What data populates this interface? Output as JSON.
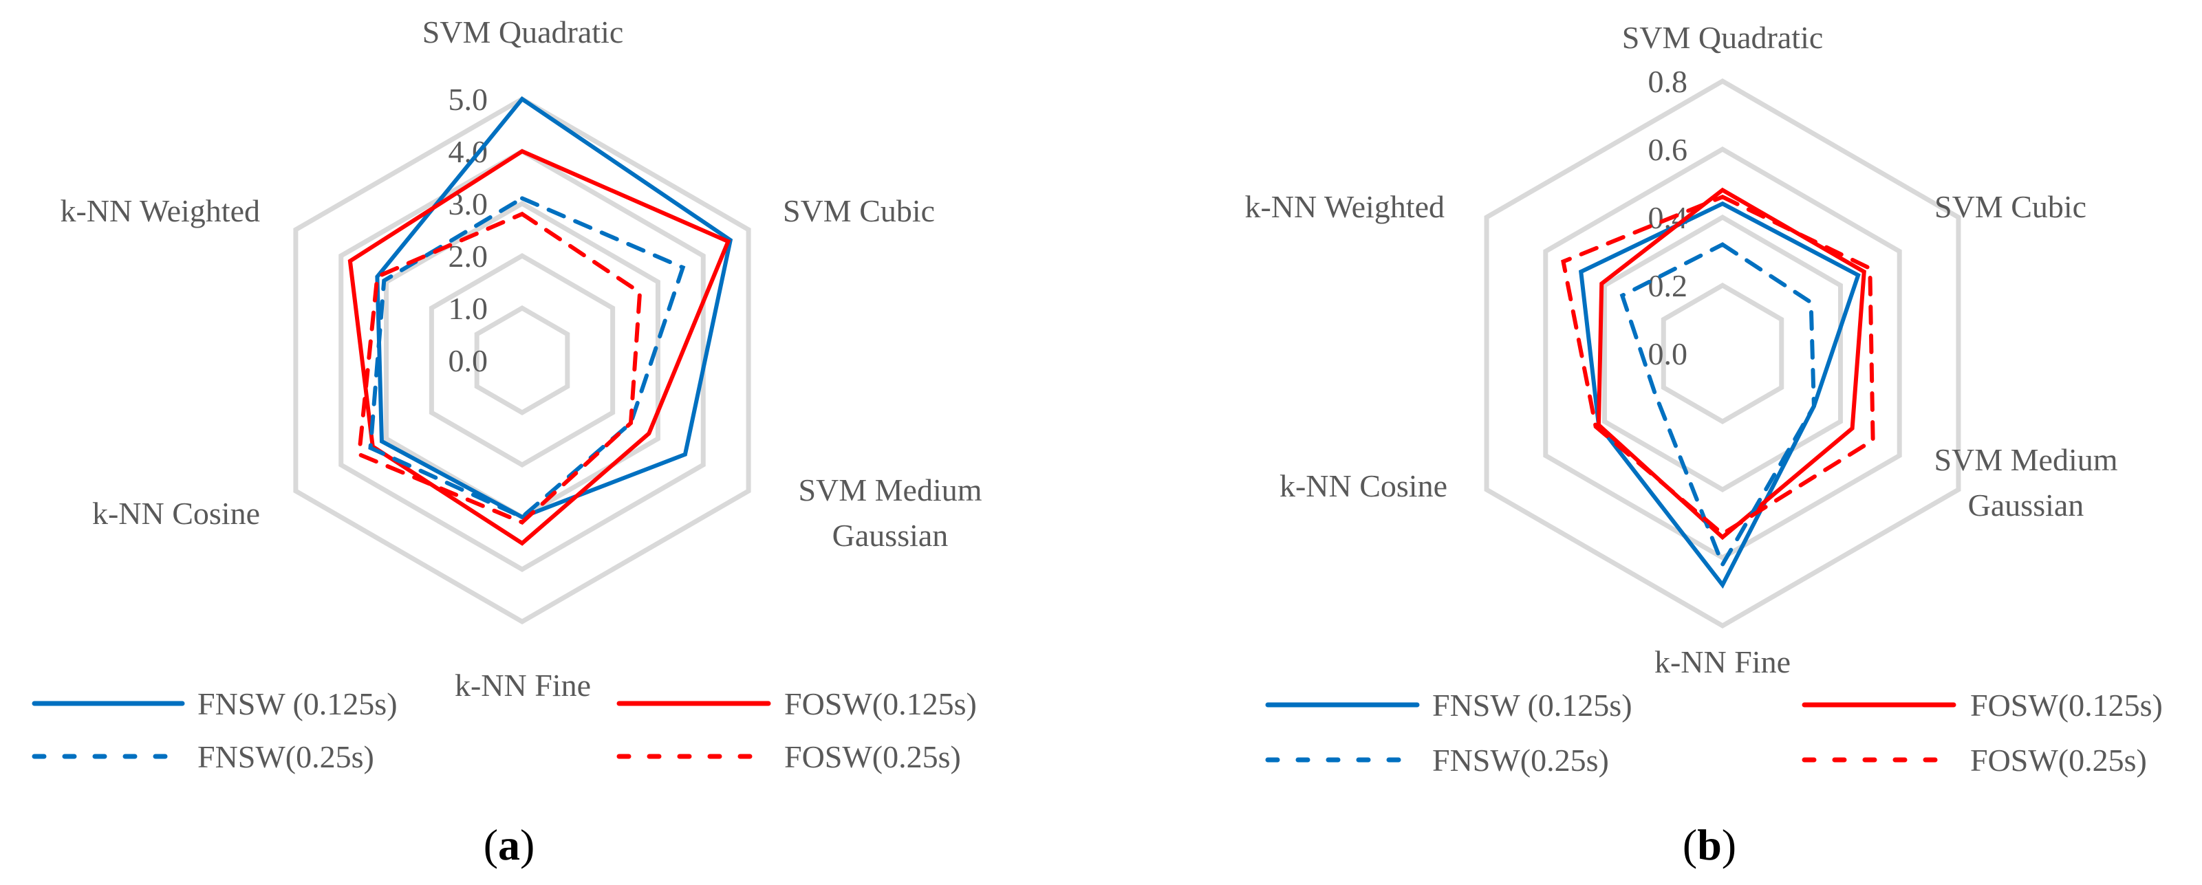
{
  "chart_data": [
    {
      "type": "radar",
      "caption_letter": "a",
      "axes": [
        "SVM Quadratic",
        "SVM Cubic",
        "SVM Medium Gaussian",
        "k-NN Fine",
        "k-NN Cosine",
        "k-NN Weighted"
      ],
      "axis_label_lines": [
        [
          "SVM Quadratic"
        ],
        [
          "SVM Cubic"
        ],
        [
          "SVM Medium",
          "Gaussian"
        ],
        [
          "k-NN Fine"
        ],
        [
          "k-NN Cosine"
        ],
        [
          "k-NN Weighted"
        ]
      ],
      "rlim": [
        0,
        5
      ],
      "ticks": [
        "0.0",
        "1.0",
        "2.0",
        "3.0",
        "4.0",
        "5.0"
      ],
      "tick_values": [
        0,
        1,
        2,
        3,
        4,
        5
      ],
      "grid": true,
      "legend_position": "bottom",
      "series": [
        {
          "name": "FNSW (0.125s)",
          "color": "#0070C0",
          "dashed": false,
          "values": [
            5.0,
            4.6,
            3.6,
            3.0,
            3.1,
            3.2
          ]
        },
        {
          "name": "FOSW(0.125s)",
          "color": "#FF0000",
          "dashed": false,
          "values": [
            4.0,
            4.55,
            2.8,
            3.5,
            3.3,
            3.8
          ]
        },
        {
          "name": "FNSW(0.25s)",
          "color": "#0070C0",
          "dashed": true,
          "values": [
            3.1,
            3.55,
            2.4,
            3.0,
            3.35,
            3.05
          ]
        },
        {
          "name": "FOSW(0.25s)",
          "color": "#FF0000",
          "dashed": true,
          "values": [
            2.8,
            2.6,
            2.4,
            3.1,
            3.6,
            3.2
          ]
        }
      ]
    },
    {
      "type": "radar",
      "caption_letter": "b",
      "axes": [
        "SVM Quadratic",
        "SVM Cubic",
        "SVM Medium Gaussian",
        "k-NN Fine",
        "k-NN Cosine",
        "k-NN Weighted"
      ],
      "axis_label_lines": [
        [
          "SVM Quadratic"
        ],
        [
          "SVM Cubic"
        ],
        [
          "SVM Medium",
          "Gaussian"
        ],
        [
          "k-NN Fine"
        ],
        [
          "k-NN Cosine"
        ],
        [
          "k-NN Weighted"
        ]
      ],
      "rlim": [
        0,
        0.8
      ],
      "ticks": [
        "0.0",
        "0.2",
        "0.4",
        "0.6",
        "0.8"
      ],
      "tick_values": [
        0,
        0.2,
        0.4,
        0.6,
        0.8
      ],
      "grid": true,
      "legend_position": "bottom",
      "series": [
        {
          "name": "FNSW (0.125s)",
          "color": "#0070C0",
          "dashed": false,
          "values": [
            0.44,
            0.46,
            0.31,
            0.68,
            0.42,
            0.48
          ]
        },
        {
          "name": "FOSW(0.125s)",
          "color": "#FF0000",
          "dashed": false,
          "values": [
            0.48,
            0.48,
            0.44,
            0.54,
            0.42,
            0.41
          ]
        },
        {
          "name": "FNSW(0.25s)",
          "color": "#0070C0",
          "dashed": true,
          "values": [
            0.32,
            0.3,
            0.31,
            0.62,
            0.23,
            0.34
          ]
        },
        {
          "name": "FOSW(0.25s)",
          "color": "#FF0000",
          "dashed": true,
          "values": [
            0.46,
            0.5,
            0.51,
            0.53,
            0.43,
            0.54
          ]
        }
      ]
    }
  ],
  "colors": {
    "grid": "#D9D9D9",
    "text": "#595959"
  }
}
